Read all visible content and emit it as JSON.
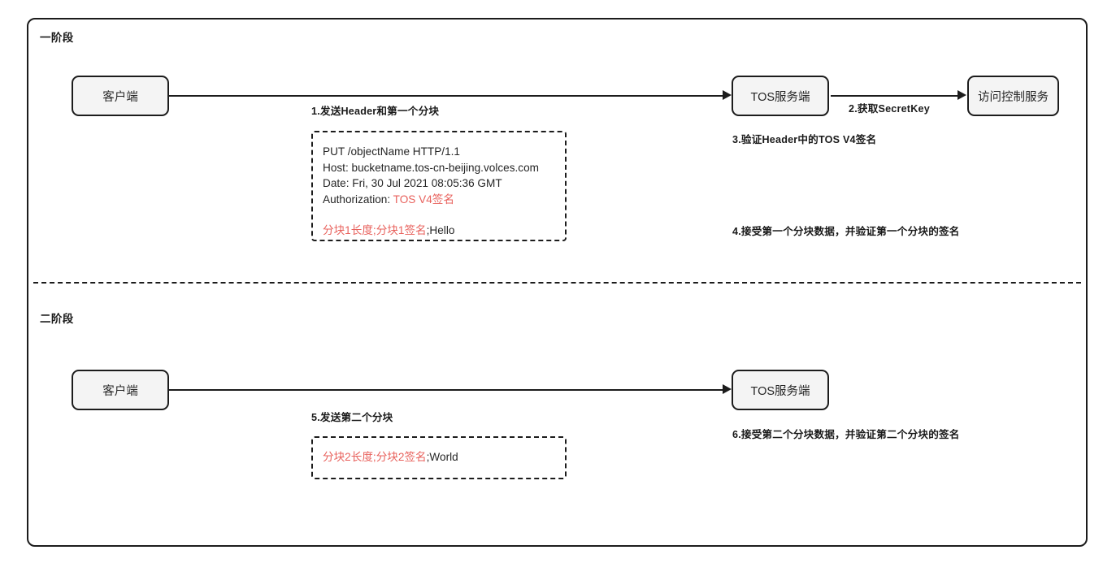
{
  "diagram": {
    "title_phase1": "一阶段",
    "title_phase2": "二阶段",
    "accent_red": "#e8615c",
    "node_fill": "#f4f4f4",
    "stroke": "#1c1c1c"
  },
  "nodes": {
    "client_1": "客户端",
    "tos_server_1": "TOS服务端",
    "access_control": "访问控制服务",
    "client_2": "客户端",
    "tos_server_2": "TOS服务端"
  },
  "steps": {
    "step1": "1.发送Header和第一个分块",
    "step2": "2.获取SecretKey",
    "step3": "3.验证Header中的TOS V4签名",
    "step4": "4.接受第一个分块数据，并验证第一个分块的签名",
    "step5": "5.发送第二个分块",
    "step6": "6.接受第二个分块数据，并验证第二个分块的签名"
  },
  "payload_1": {
    "line1": "PUT /objectName HTTP/1.1",
    "line2": "Host: bucketname.tos-cn-beijing.volces.com",
    "line3": "Date: Fri, 30 Jul 2021 08:05:36 GMT",
    "line4_prefix": "Authorization: ",
    "line4_value": "TOS V4签名",
    "line5_red": "分块1长度;分块1签名",
    "line5_plain": ";Hello"
  },
  "payload_2": {
    "line1_red": "分块2长度;分块2签名",
    "line1_plain": ";World"
  }
}
